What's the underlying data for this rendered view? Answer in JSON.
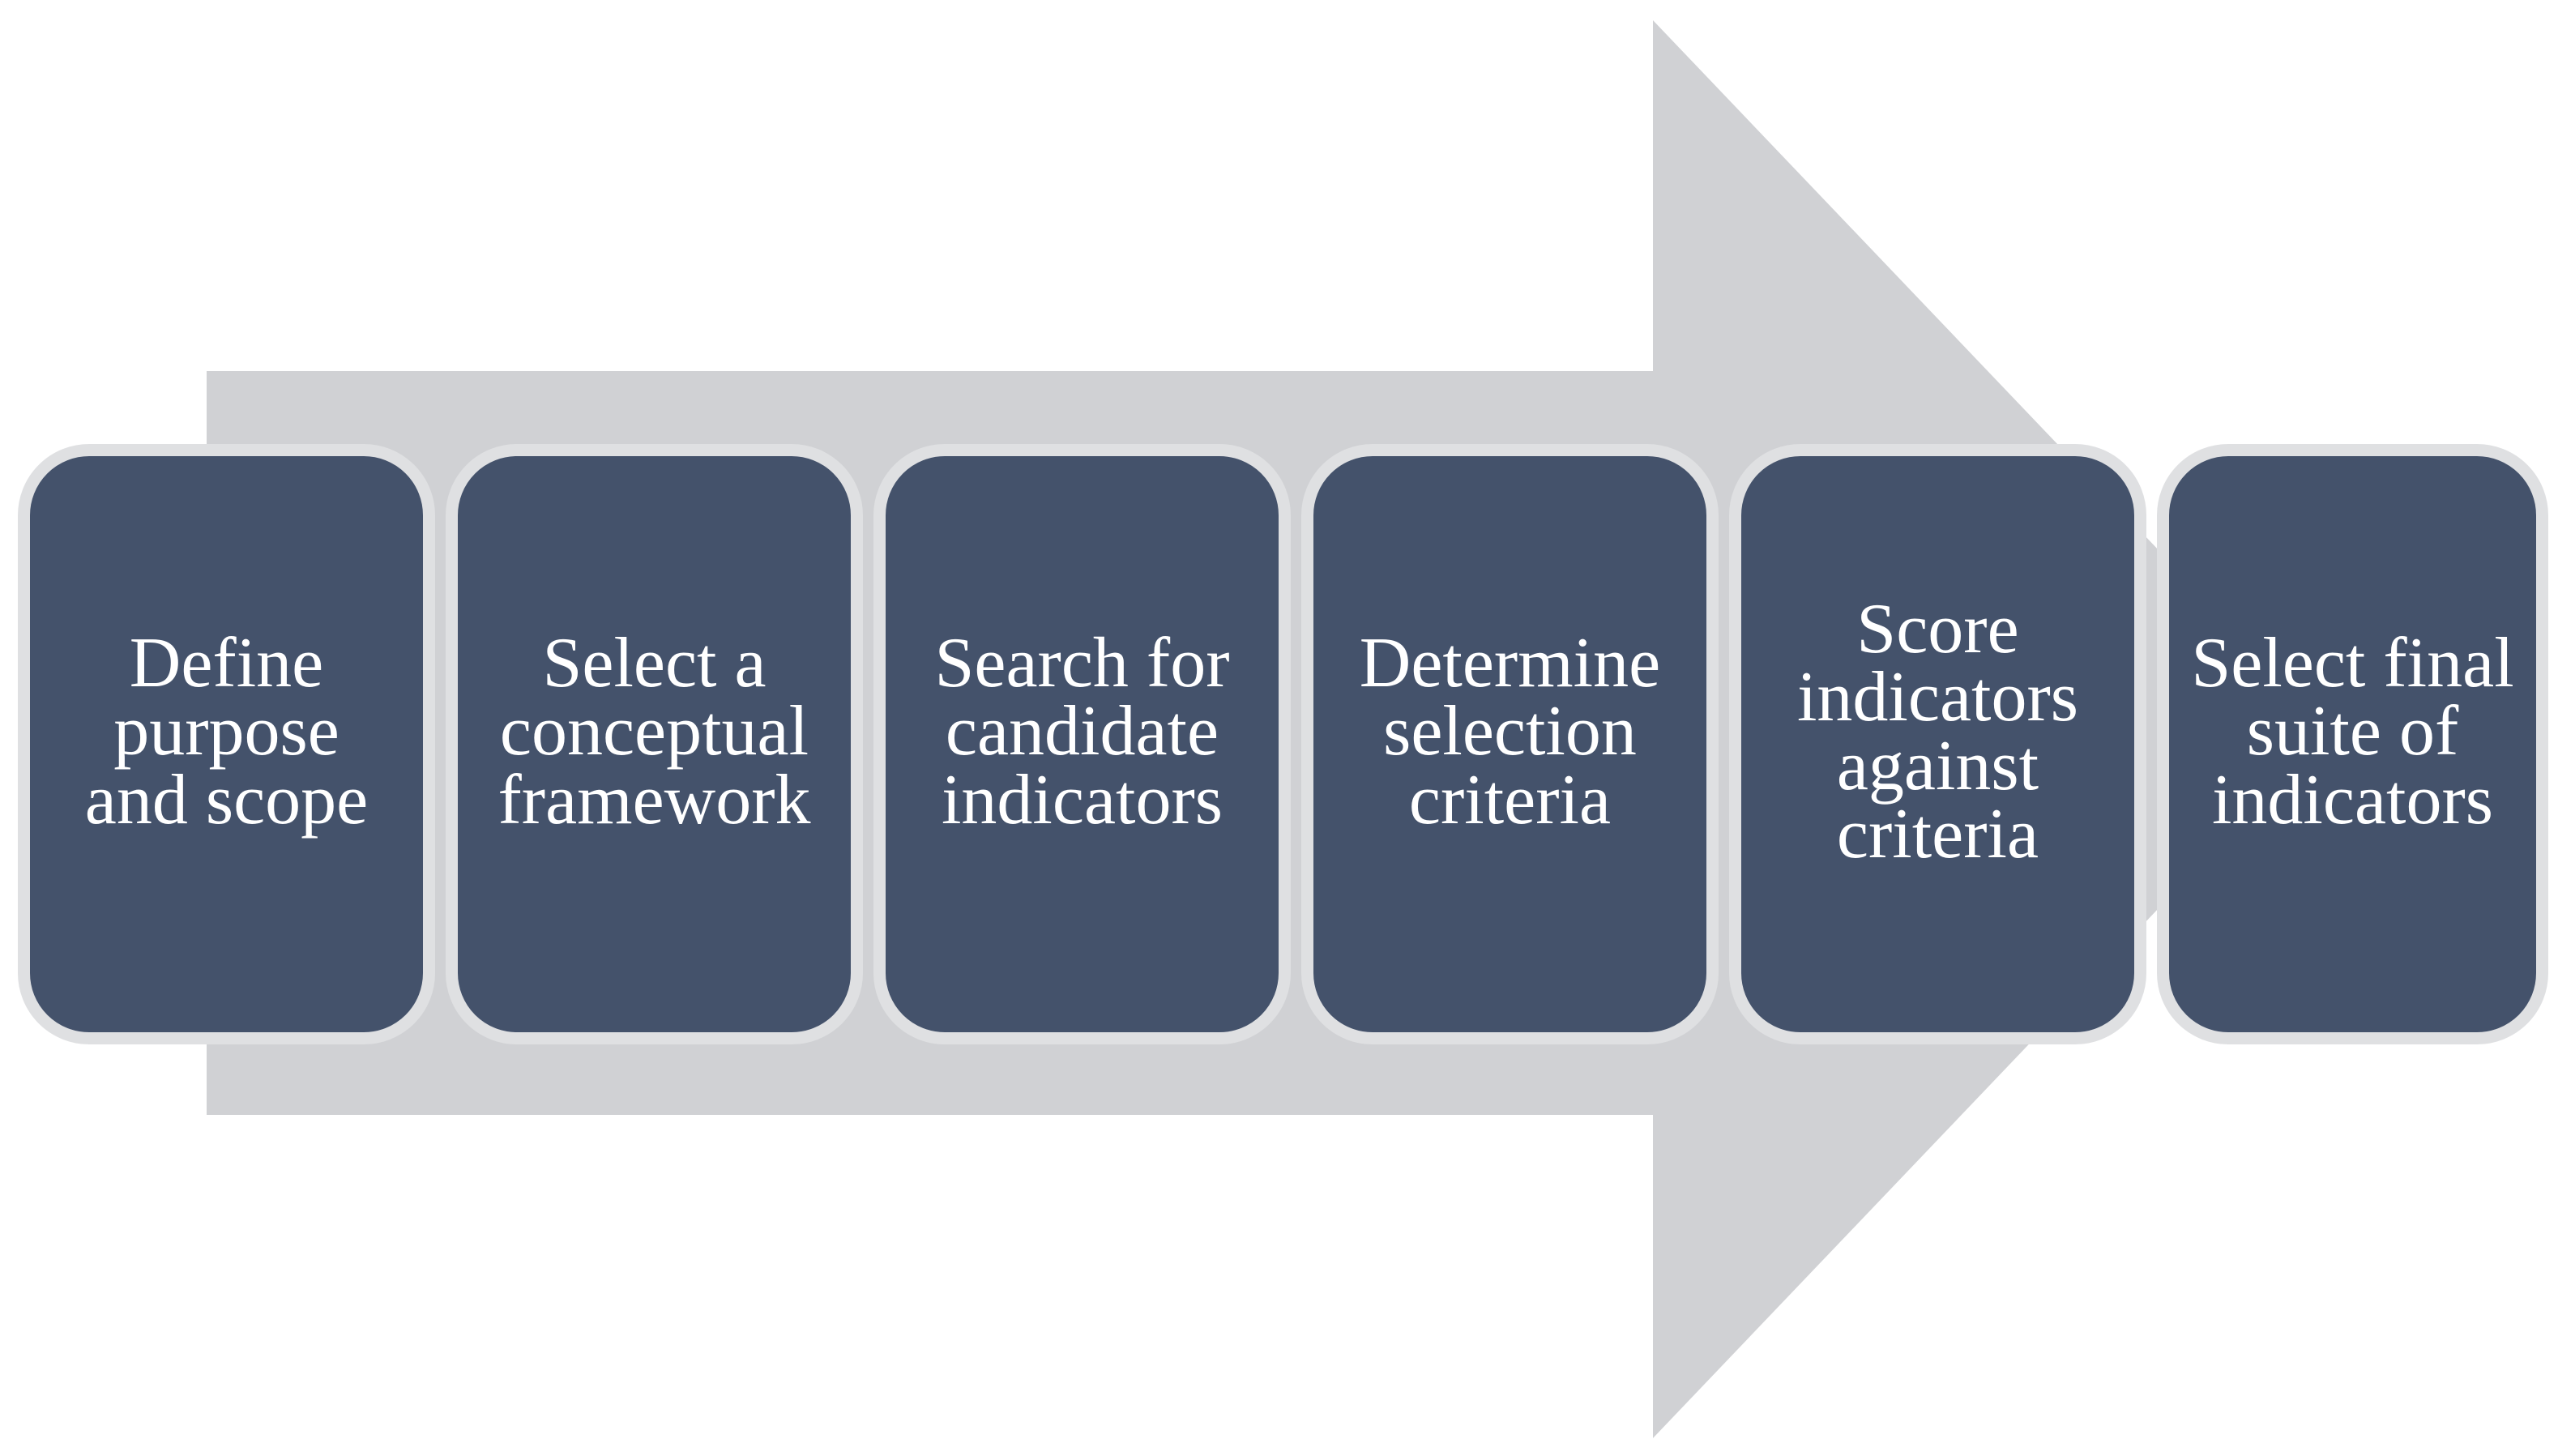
{
  "diagram": {
    "arrow": {
      "shape": "right-arrow",
      "direction": "right"
    },
    "steps": [
      {
        "label": "Define\npurpose\nand scope"
      },
      {
        "label": "Select a\nconceptual\nframework"
      },
      {
        "label": "Search for\ncandidate\nindicators"
      },
      {
        "label": "Determine\nselection\ncriteria"
      },
      {
        "label": "Score\nindicators\nagainst\ncriteria"
      },
      {
        "label": "Select final\nsuite of\nindicators"
      }
    ]
  },
  "colors": {
    "background": "#FFFFFF",
    "arrow_fill": "#D0D1D4",
    "box_fill": "#44526B",
    "box_border": "#DFE0E2",
    "text": "#FFFFFF"
  }
}
